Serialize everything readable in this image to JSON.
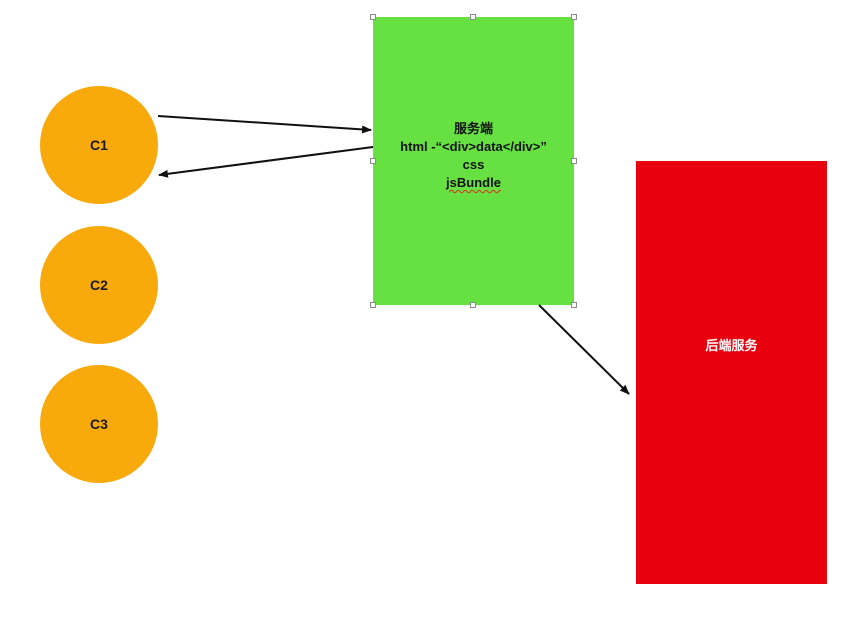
{
  "colors": {
    "client": "#F8AA0D",
    "server": "#67E141",
    "backend": "#E9000F",
    "arrow": "#111111"
  },
  "clients": [
    {
      "label": "C1"
    },
    {
      "label": "C2"
    },
    {
      "label": "C3"
    }
  ],
  "server": {
    "title": "服务端",
    "line_html": "html -“<div>data</div>”",
    "line_css": "css",
    "line_js": "jsBundle"
  },
  "backend": {
    "label": "后端服务"
  }
}
